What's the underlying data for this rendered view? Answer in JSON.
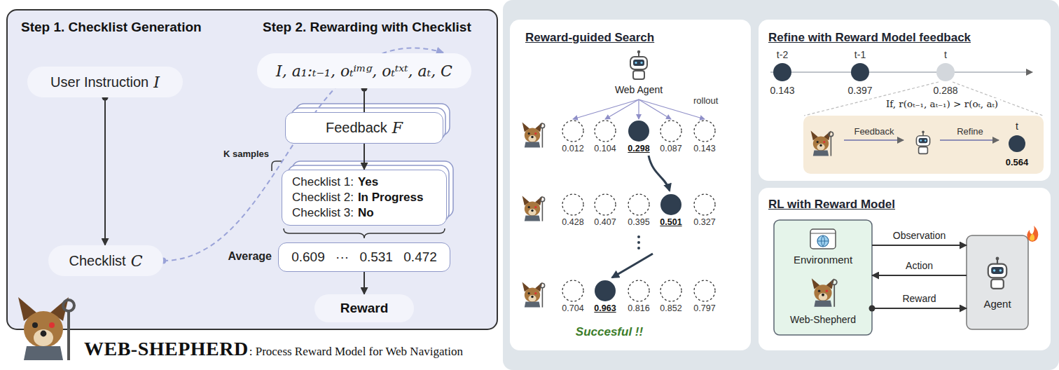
{
  "diagram": {
    "title": "WEB-SHEPHERD",
    "caption": ": Process Reward Model for Web Navigation",
    "nodes": [
      {
        "text": [
          "Step 1. Checklist Generation",
          "Step 2. Rewarding with Checklist"
        ]
      },
      {
        "text": [
          "User Instruction",
          "I"
        ],
        "in": 0
      },
      {
        "text": [
          "Checklist",
          "C"
        ],
        "in": 0
      },
      {
        "text": [
          "I, a₁:ₜ₋₁, oₜⁱᵐᵍ, oₜᵗˣᵗ, aₜ, C"
        ],
        "in": 0
      },
      {
        "text": [
          "Feedback",
          "F"
        ],
        "in": 0
      },
      {
        "text": [
          "Checklist 1:",
          "Yes",
          "Checklist 2:",
          "In Progress",
          "Checklist 3:",
          "No"
        ],
        "in": 0
      },
      {
        "text": [
          "0.609",
          "···",
          "0.531",
          "0.472"
        ],
        "in": 0
      },
      {
        "text": [
          "Reward"
        ],
        "in": 0
      },
      {
        "text": [
          "Reward-guided Search"
        ]
      },
      {
        "text": [
          "Refine with Reward Model feedback"
        ]
      },
      {
        "text": [
          "Feedback",
          "Refine",
          "t",
          "0.564"
        ],
        "in": 9
      },
      {
        "text": [
          "RL with Reward Model"
        ]
      },
      {
        "text": [
          "Environment",
          "Web-Shepherd"
        ],
        "in": 11
      },
      {
        "text": [
          "Agent"
        ],
        "in": 11
      }
    ],
    "edges": [
      {
        "from": 1,
        "to": 2,
        "arrow": "to"
      },
      {
        "from": 2,
        "to": 3,
        "arrow": "to"
      },
      {
        "from": 3,
        "to": 4,
        "arrow": "none"
      },
      {
        "from": 4,
        "to": 5,
        "arrow": "to"
      },
      {
        "from": 6,
        "to": 7,
        "arrow": "to"
      },
      {
        "from": 12,
        "to": 13,
        "label": "Observation",
        "arrow": "to"
      },
      {
        "from": 13,
        "to": 12,
        "label": "Action",
        "arrow": "to"
      },
      {
        "from": 12,
        "to": 13,
        "label": "Reward",
        "arrow": "to"
      }
    ],
    "labels": [
      "K samples",
      "Average",
      "Web Agent",
      "rollout",
      "0.012",
      "0.104",
      "0.298",
      "0.087",
      "0.143",
      "0.428",
      "0.407",
      "0.395",
      "0.501",
      "0.327",
      "0.704",
      "0.963",
      "0.816",
      "0.852",
      "0.797",
      "Succesful !!",
      "t-2",
      "t-1",
      "t",
      "0.143",
      "0.397",
      "0.288",
      "If, r(oₜ₋₁, aₜ₋₁) > r(oₜ, aₜ)"
    ]
  }
}
